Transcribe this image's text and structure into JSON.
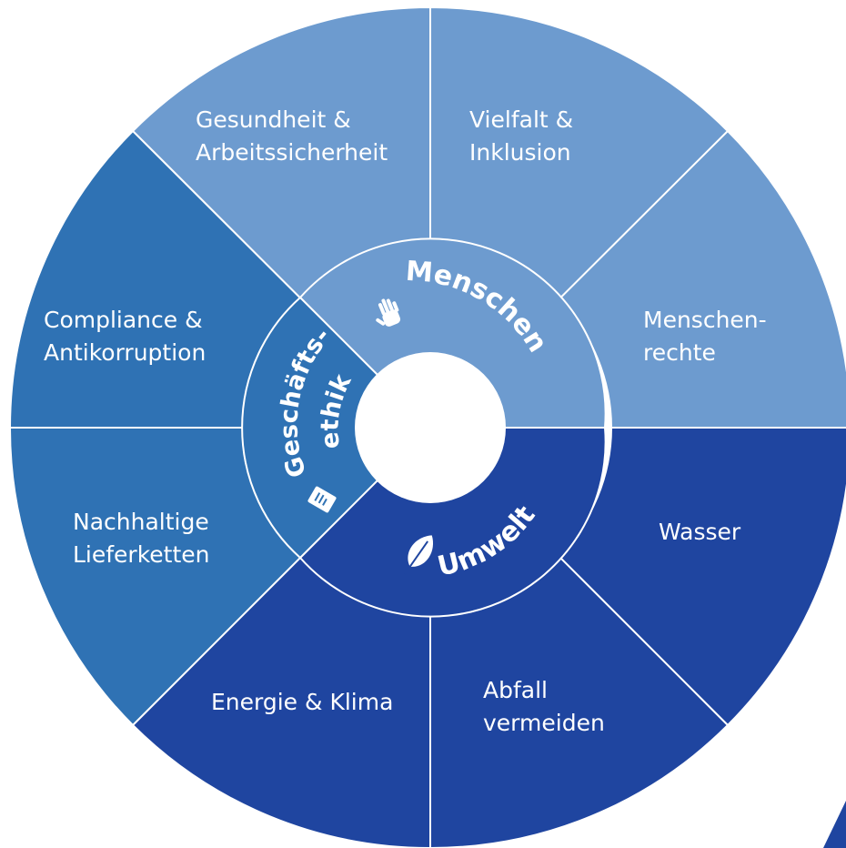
{
  "center_ring": {
    "menschen": "Menschen",
    "umwelt": "Umwelt",
    "geschaeftsethik_line1": "Geschäfts-",
    "geschaeftsethik_line2": "ethik"
  },
  "segments": {
    "gesundheit": [
      "Gesundheit &",
      "Arbeitssicherheit"
    ],
    "vielfalt": [
      "Vielfalt &",
      "Inklusion"
    ],
    "menschenrechte": [
      "Menschen-",
      "rechte"
    ],
    "wasser": [
      "Wasser"
    ],
    "abfall": [
      "Abfall",
      "vermeiden"
    ],
    "energie": [
      "Energie & Klima"
    ],
    "lieferketten": [
      "Nachhaltige",
      "Lieferketten"
    ],
    "compliance": [
      "Compliance &",
      "Antikorruption"
    ]
  },
  "colors": {
    "menschen": "#6d9bcf",
    "ethik": "#2f72b4",
    "umwelt": "#1f45a0",
    "divider": "#ffffff"
  },
  "icons": {
    "menschen": "hand-icon",
    "umwelt": "leaf-icon",
    "ethik": "document-icon"
  }
}
